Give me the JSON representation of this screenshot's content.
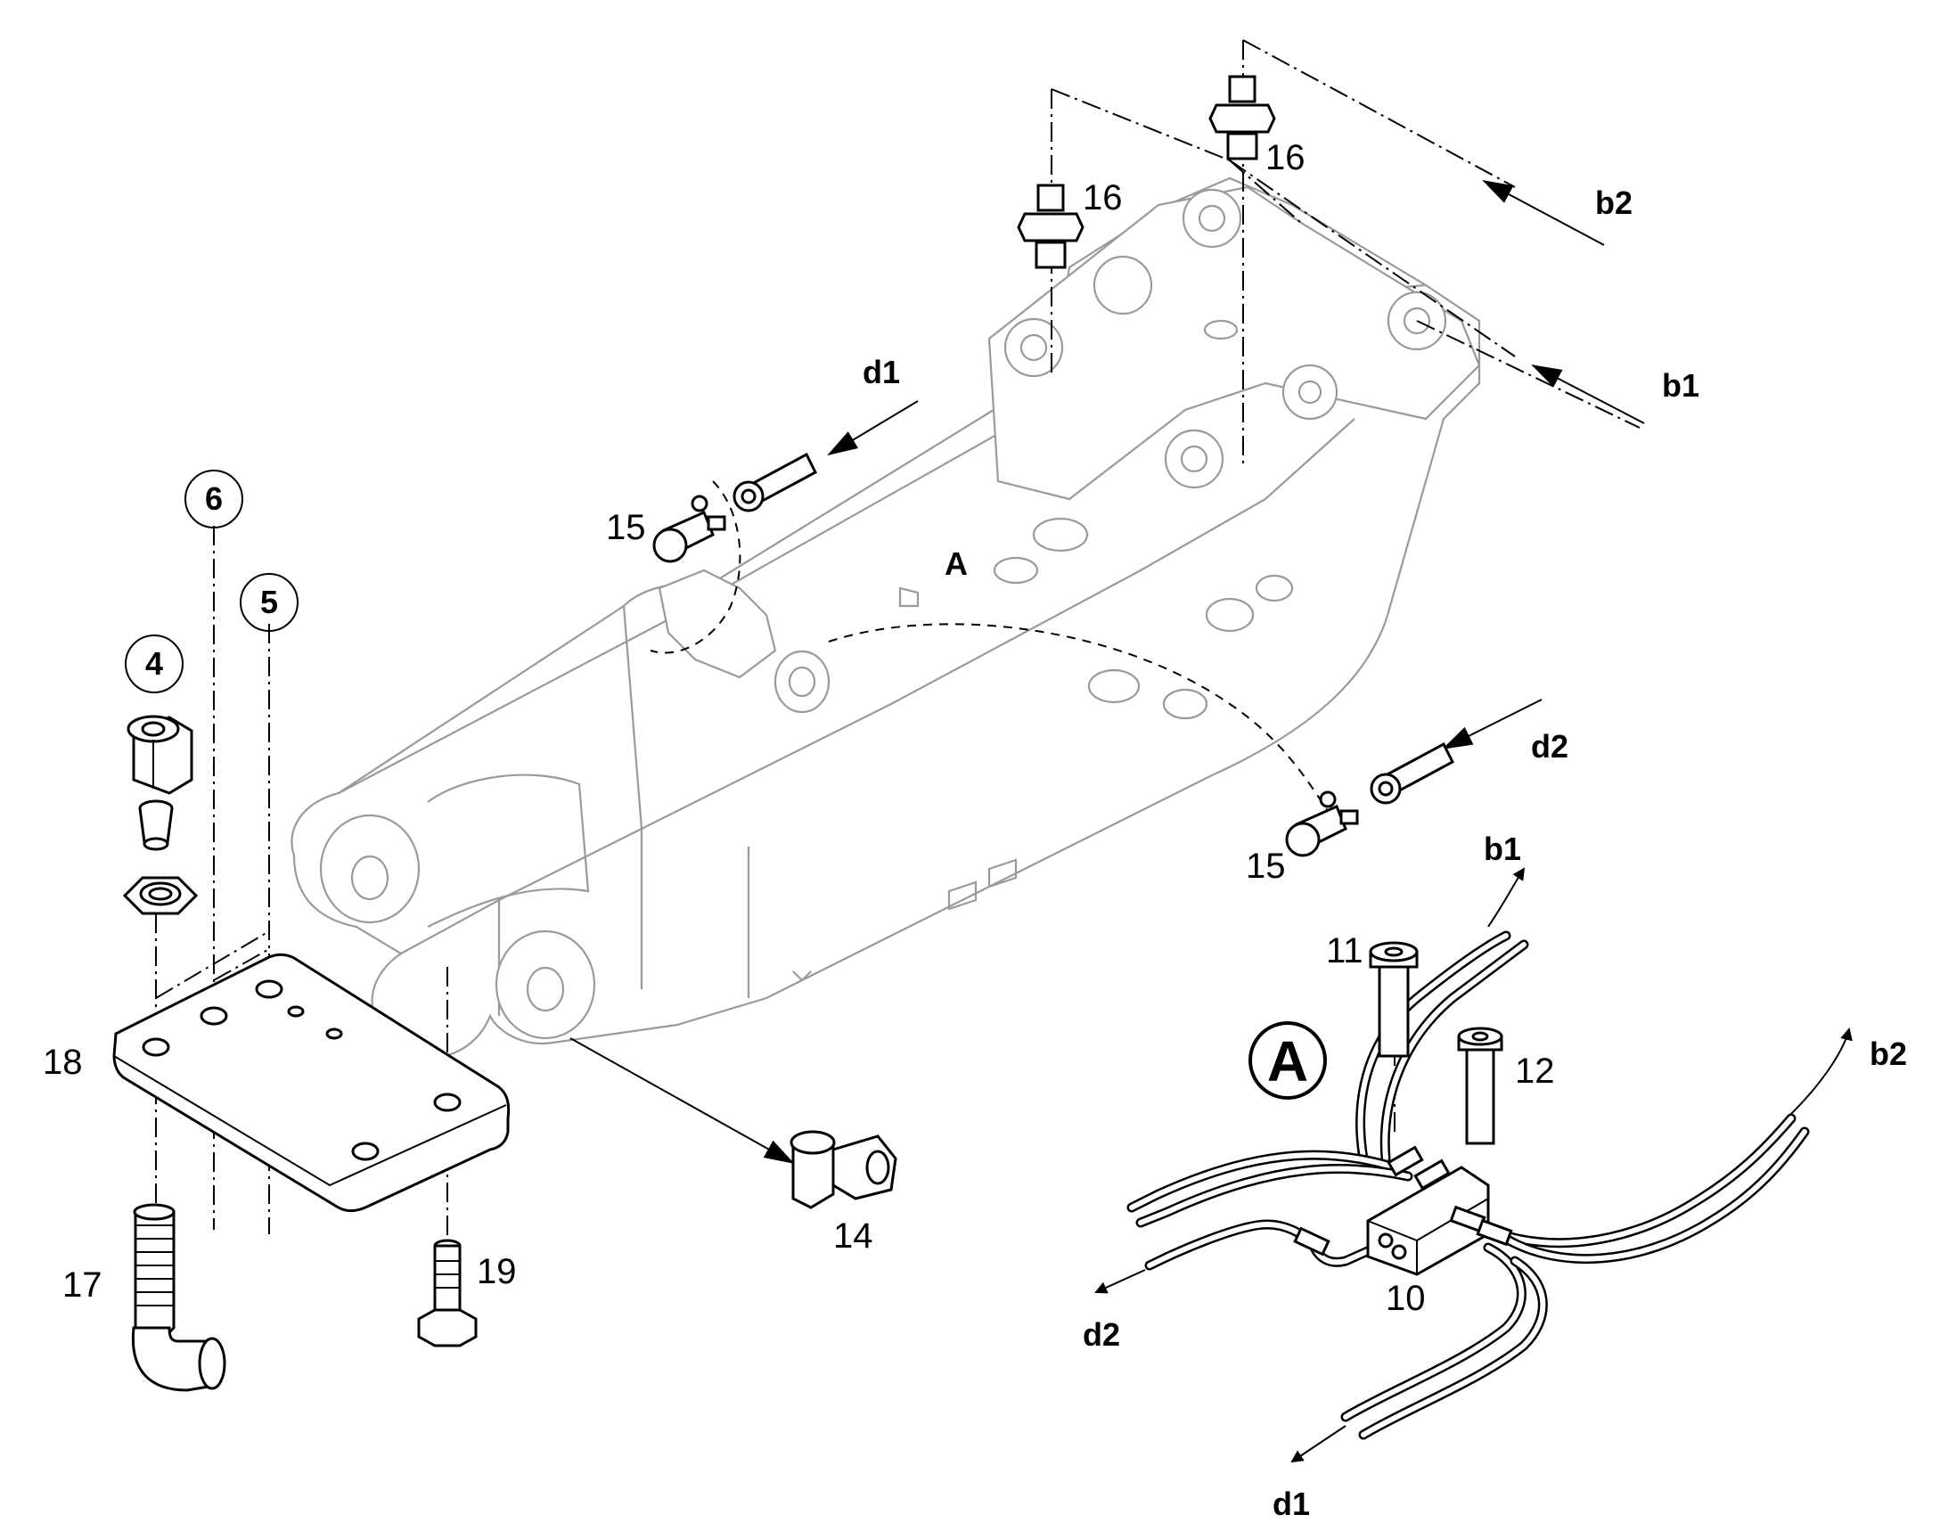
{
  "diagram": {
    "part_numbers": {
      "p4": "4",
      "p5": "5",
      "p6": "6",
      "p10": "10",
      "p11": "11",
      "p12": "12",
      "p14": "14",
      "p15a": "15",
      "p15b": "15",
      "p16a": "16",
      "p16b": "16",
      "p17": "17",
      "p18": "18",
      "p19": "19"
    },
    "detail_reference": "A",
    "detail_badge": "A",
    "line_labels": {
      "b1_top": "b1",
      "b2_top": "b2",
      "d1_top": "d1",
      "d2_top": "d2",
      "b1_detail": "b1",
      "b2_detail": "b2",
      "d1_detail": "d1",
      "d2_detail": "d2"
    }
  }
}
